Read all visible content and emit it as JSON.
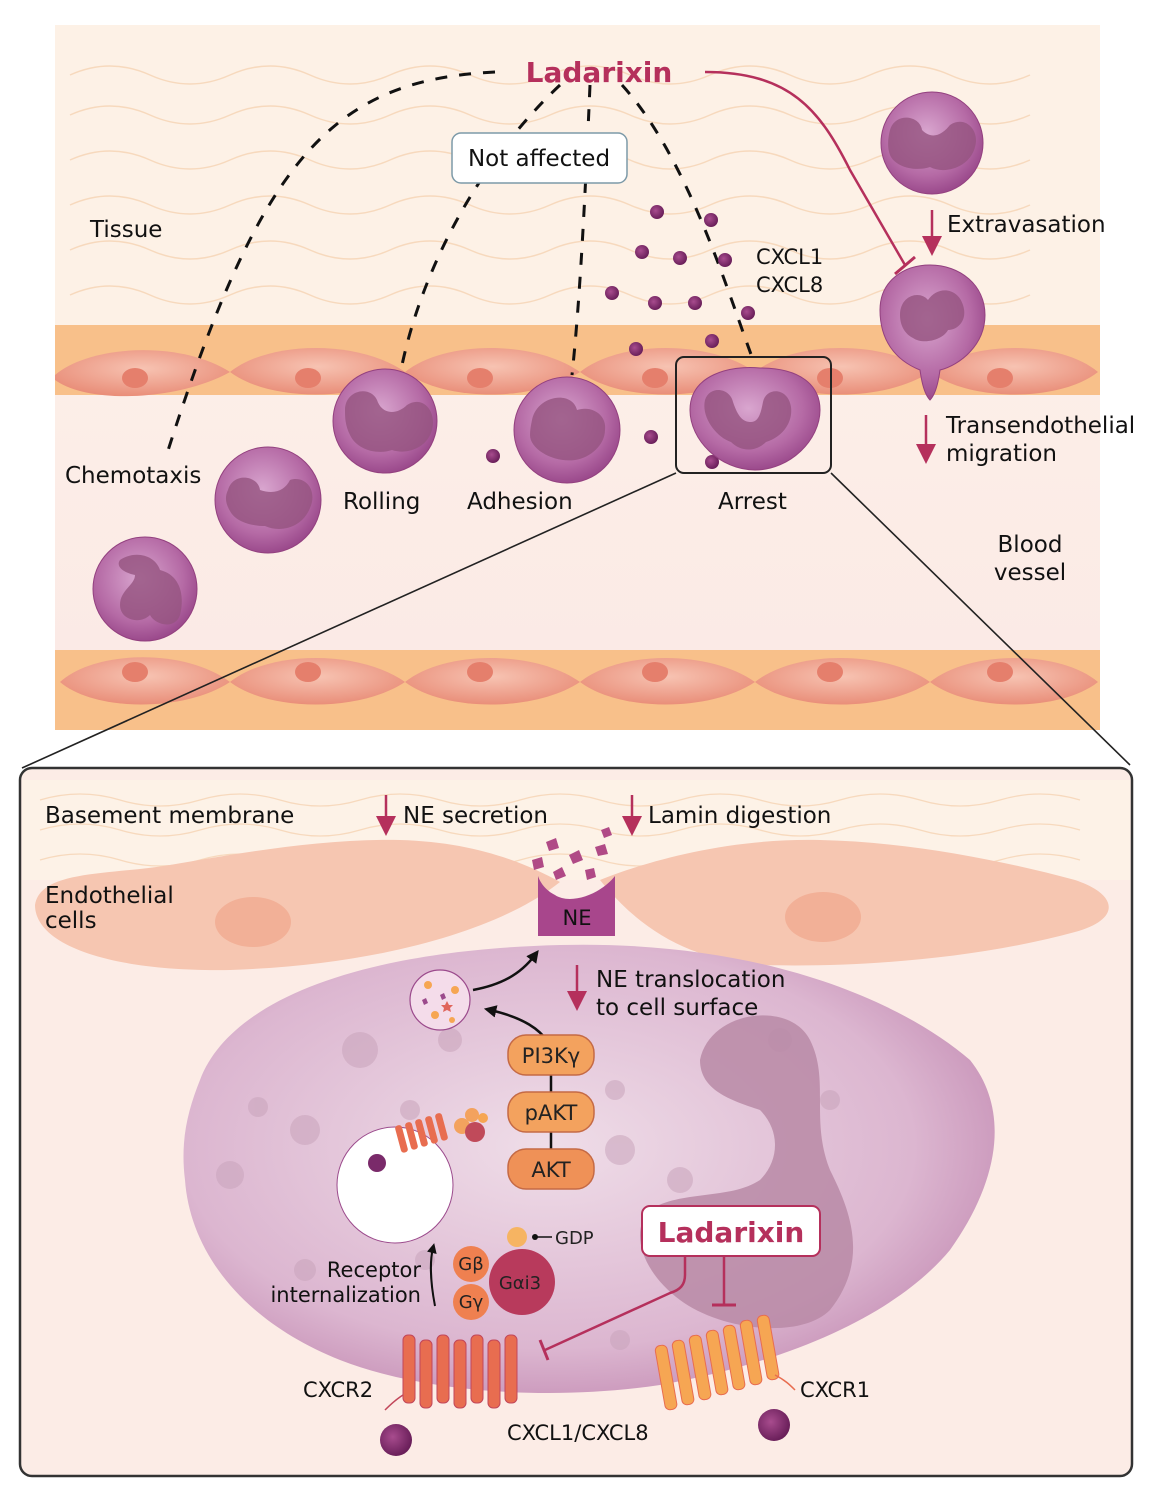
{
  "diagram": {
    "colors": {
      "drug": "#b5305c",
      "neutrophil": "#a8558f",
      "chemokine": "#7a2a6a",
      "endothelial": "#eb9a86",
      "basement": "#f6b47a",
      "signaling_pill": "#f3a25e",
      "cxcr2": "#e86d50",
      "cxcr1": "#f6a653"
    },
    "top_panel": {
      "drug_label": "Ladarixin",
      "not_affected_label": "Not affected",
      "tissue_label": "Tissue",
      "chemokines": [
        "CXCL1",
        "CXCL8"
      ],
      "extravasation_label": "Extravasation",
      "transendothelial_label": [
        "Transendothelial",
        "migration"
      ],
      "blood_vessel_label": [
        "Blood",
        "vessel"
      ],
      "stages": [
        "Chemotaxis",
        "Rolling",
        "Adhesion",
        "Arrest"
      ]
    },
    "bottom_panel": {
      "basement_membrane_label": "Basement membrane",
      "ne_secretion_label": "NE secretion",
      "lamin_digestion_label": "Lamin digestion",
      "endothelial_label": [
        "Endothelial",
        "cells"
      ],
      "ne_label": "NE",
      "ne_translocation_label": [
        "NE translocation",
        "to cell surface"
      ],
      "pathway": [
        "PI3Kγ",
        "pAKT",
        "AKT"
      ],
      "gdp_label": "GDP",
      "g_beta": "Gβ",
      "g_gamma": "Gγ",
      "g_alpha": "Gαi3",
      "receptor_internalization_label": [
        "Receptor",
        "internalization"
      ],
      "drug_label": "Ladarixin",
      "cxcr2_label": "CXCR2",
      "cxcr1_label": "CXCR1",
      "ligand_label": "CXCL1/CXCL8"
    }
  }
}
